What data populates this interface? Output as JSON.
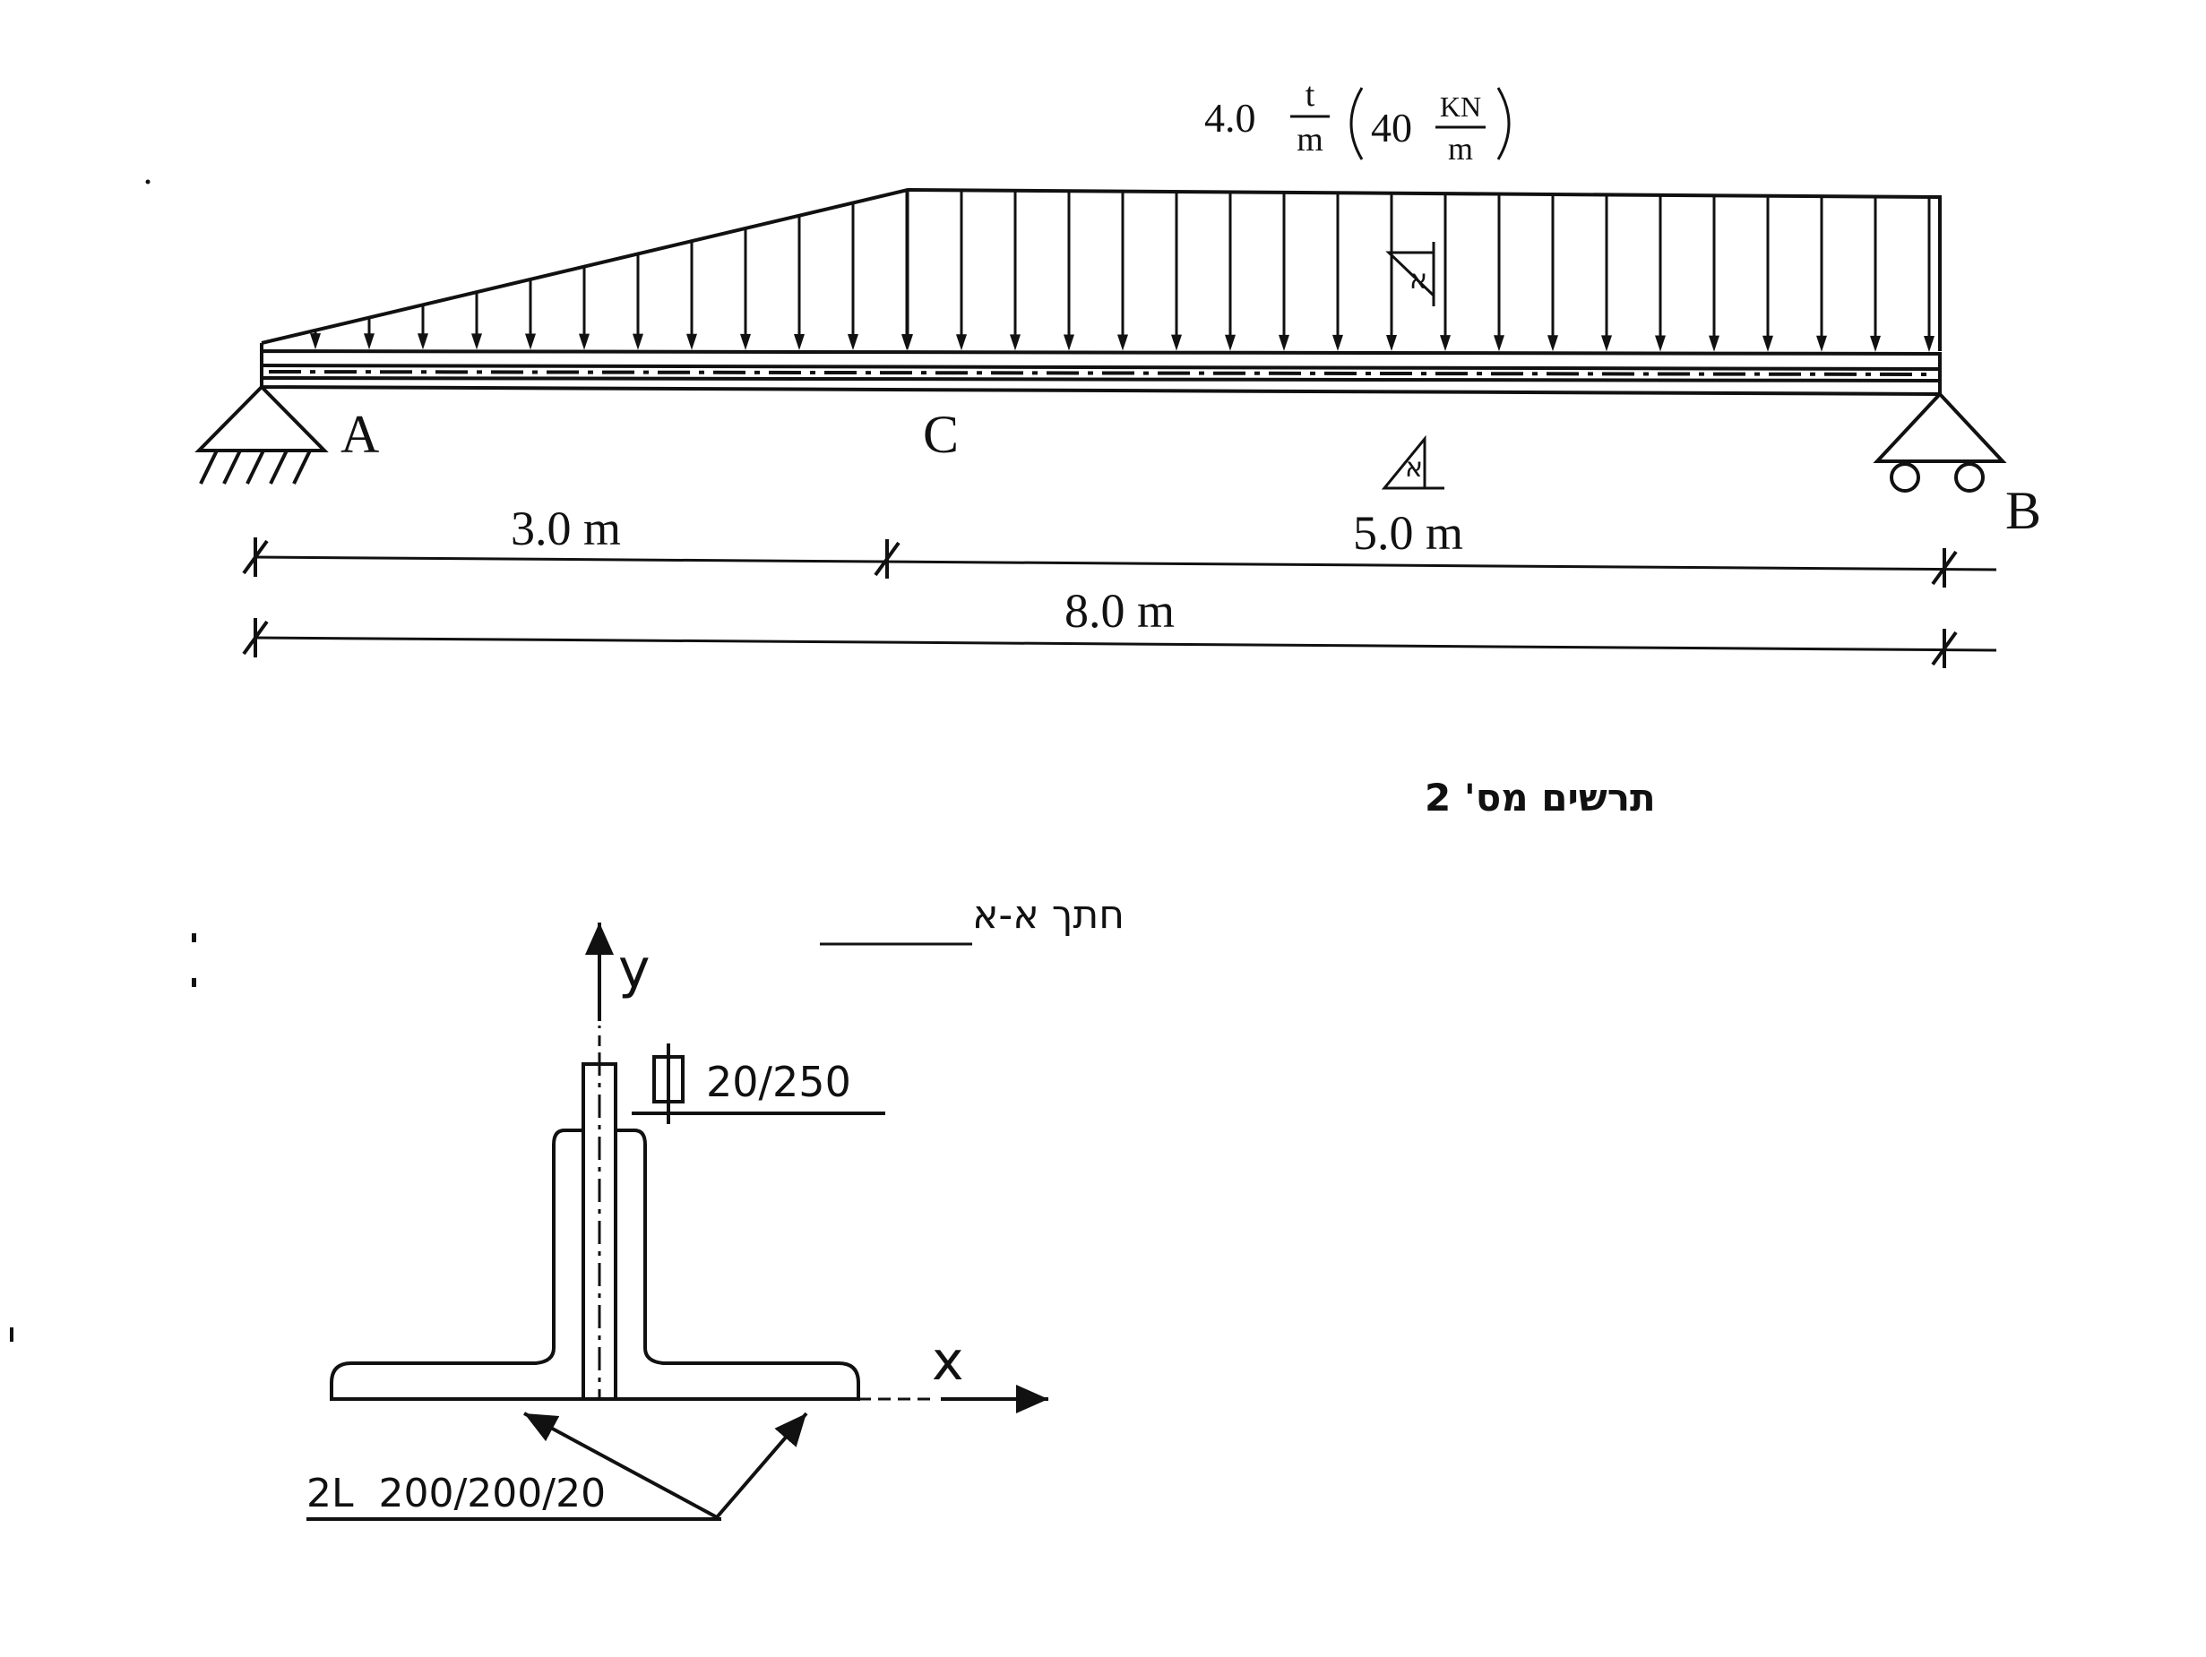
{
  "beam": {
    "load_label": {
      "prefix": "4.0",
      "num1": "t",
      "den1": "m",
      "paren_prefix": "40",
      "num2": "KN",
      "den2": "m"
    },
    "points": {
      "a": "A",
      "b": "B",
      "c": "C"
    },
    "section_mark": "א",
    "dims": {
      "left_span": "3.0 m",
      "right_span": "5.0 m",
      "total_span": "8.0 m"
    }
  },
  "drawing_title": "תרשים מס' 2",
  "section": {
    "title": "חתך א-א",
    "axis_y": "y",
    "axis_x": "x",
    "plate_label": "20/250",
    "angles_label": "2L  200/200/20"
  }
}
